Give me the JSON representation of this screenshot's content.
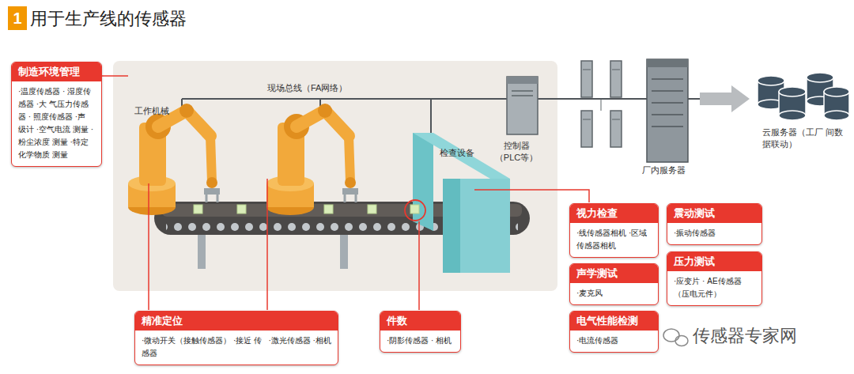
{
  "diagram": {
    "title": "用于生产线的传感器",
    "nodes": [
      {
        "text": [
          "制造环境管理",
          "·温度传感器 · 湿度传感器 ·大 气压力传感器 · 照度传感器 ·声 级计 ·空气电流 测量 ·粉尘浓度 测量 ·特定化学物质 测量"
        ]
      },
      {
        "text": [
          "精准定位",
          "·微动开关（接触传感器） ·接近 传感器",
          "·激光传感器 ·相机"
        ]
      },
      {
        "text": [
          "件数",
          "·阴影传感器 · 相机"
        ]
      },
      {
        "text": [
          "视力检查",
          "·线传感器相机 ·区域 传感器相机"
        ]
      },
      {
        "text": [
          "震动测试",
          "·振动传感器"
        ]
      },
      {
        "text": [
          "声学测试",
          "·麦克风"
        ]
      },
      {
        "text": [
          "压力测试",
          "·应变片 · AE传感器（压电元件）"
        ]
      },
      {
        "text": [
          "电气性能检测",
          "·电流传感器"
        ]
      }
    ],
    "labels": [
      "1",
      "现场总线（FA网络）",
      "工作机械",
      "检查设备",
      "控制器 （PLC等）",
      "厂内服务器",
      "云服务器（工厂 间数据联动）",
      "传感器专家网"
    ]
  }
}
